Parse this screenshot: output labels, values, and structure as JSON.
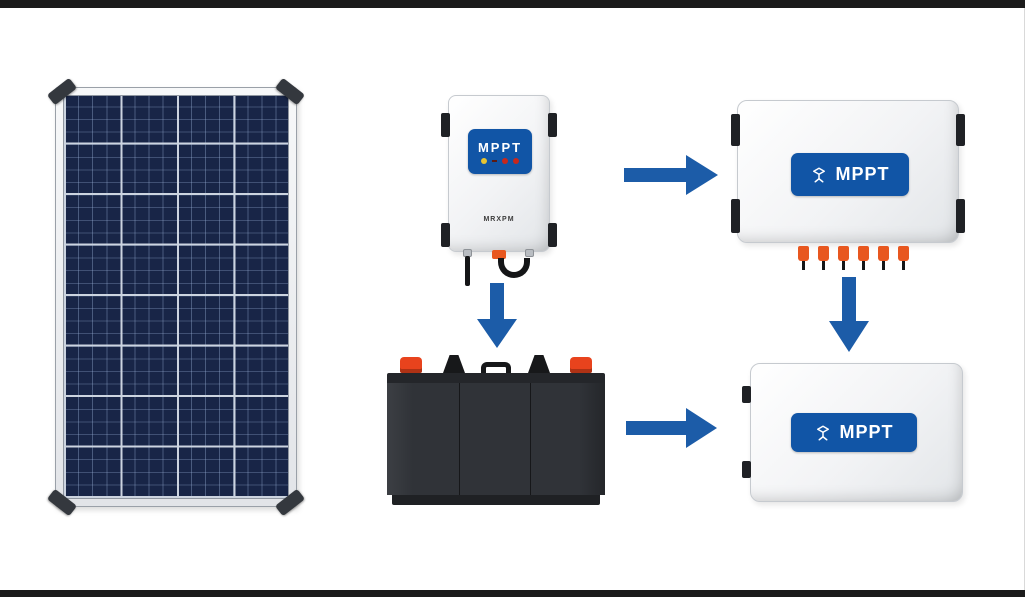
{
  "title": "Solar MPPT system diagram",
  "background": {
    "canvas_color": "#ffffff",
    "letterbox_color": "#1b1b1b"
  },
  "colors": {
    "arrow_blue": "#1c5ca8",
    "label_blue": "#1155a6",
    "label_text": "#ffffff",
    "terminal_orange": "#e8431d",
    "connector_orange": "#e8571f",
    "led_yellow": "#e7c431",
    "led_red": "#c8271c",
    "panel_cell_navy": "#182547",
    "device_white": "#f2f3f5",
    "battery_dark": "#303338"
  },
  "devices": {
    "solar_panel": {
      "type": "solar panel",
      "grid_columns": 4,
      "grid_rows": 8
    },
    "charge_controller": {
      "label": "MPPT",
      "model_text": "MRXPM",
      "leds": [
        "yellow",
        "red",
        "red"
      ]
    },
    "mppt_box_top": {
      "label": "MPPT",
      "output_pins": 6
    },
    "mppt_box_bottom": {
      "label": "MPPT"
    },
    "battery": {
      "type": "battery",
      "terminals": 2
    }
  },
  "connections": [
    {
      "from": "charge-controller",
      "to": "mppt-box-top",
      "direction": "right"
    },
    {
      "from": "charge-controller",
      "to": "battery",
      "direction": "down"
    },
    {
      "from": "mppt-box-top",
      "to": "mppt-box-bottom",
      "direction": "down"
    },
    {
      "from": "battery",
      "to": "mppt-box-bottom",
      "direction": "right"
    }
  ]
}
